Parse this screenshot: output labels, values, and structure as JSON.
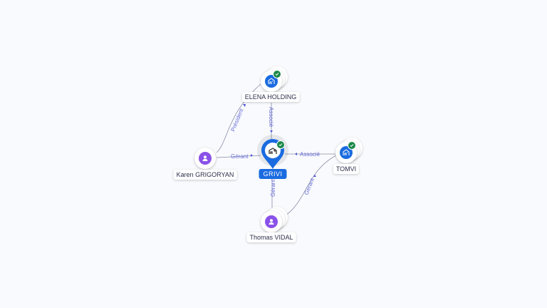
{
  "colors": {
    "company": "#1a6be0",
    "person": "#8a52e8",
    "verified": "#1d8a4a",
    "edge_label": "#6b6fd6"
  },
  "nodes": {
    "elena": {
      "label": "ELENA HOLDING",
      "type": "company",
      "icon": "building-icon",
      "verified": true
    },
    "grivi": {
      "label": "GRIVI",
      "type": "company",
      "icon": "building-icon",
      "verified": true,
      "focused": true
    },
    "karen": {
      "label": "Karen GRIGORYAN",
      "type": "person",
      "icon": "person-icon"
    },
    "tomvi": {
      "label": "TOMVI",
      "type": "company",
      "icon": "building-icon",
      "verified": true
    },
    "thomas": {
      "label": "Thomas VIDAL",
      "type": "person",
      "icon": "person-icon"
    }
  },
  "edges": [
    {
      "from": "karen",
      "to": "elena",
      "label": "Président"
    },
    {
      "from": "elena",
      "to": "grivi",
      "label": "Associé"
    },
    {
      "from": "karen",
      "to": "grivi",
      "label": "Gérant"
    },
    {
      "from": "tomvi",
      "to": "grivi",
      "label": "Associé"
    },
    {
      "from": "thomas",
      "to": "grivi",
      "label": "Gérant"
    },
    {
      "from": "thomas",
      "to": "tomvi",
      "label": "Gérant"
    }
  ]
}
